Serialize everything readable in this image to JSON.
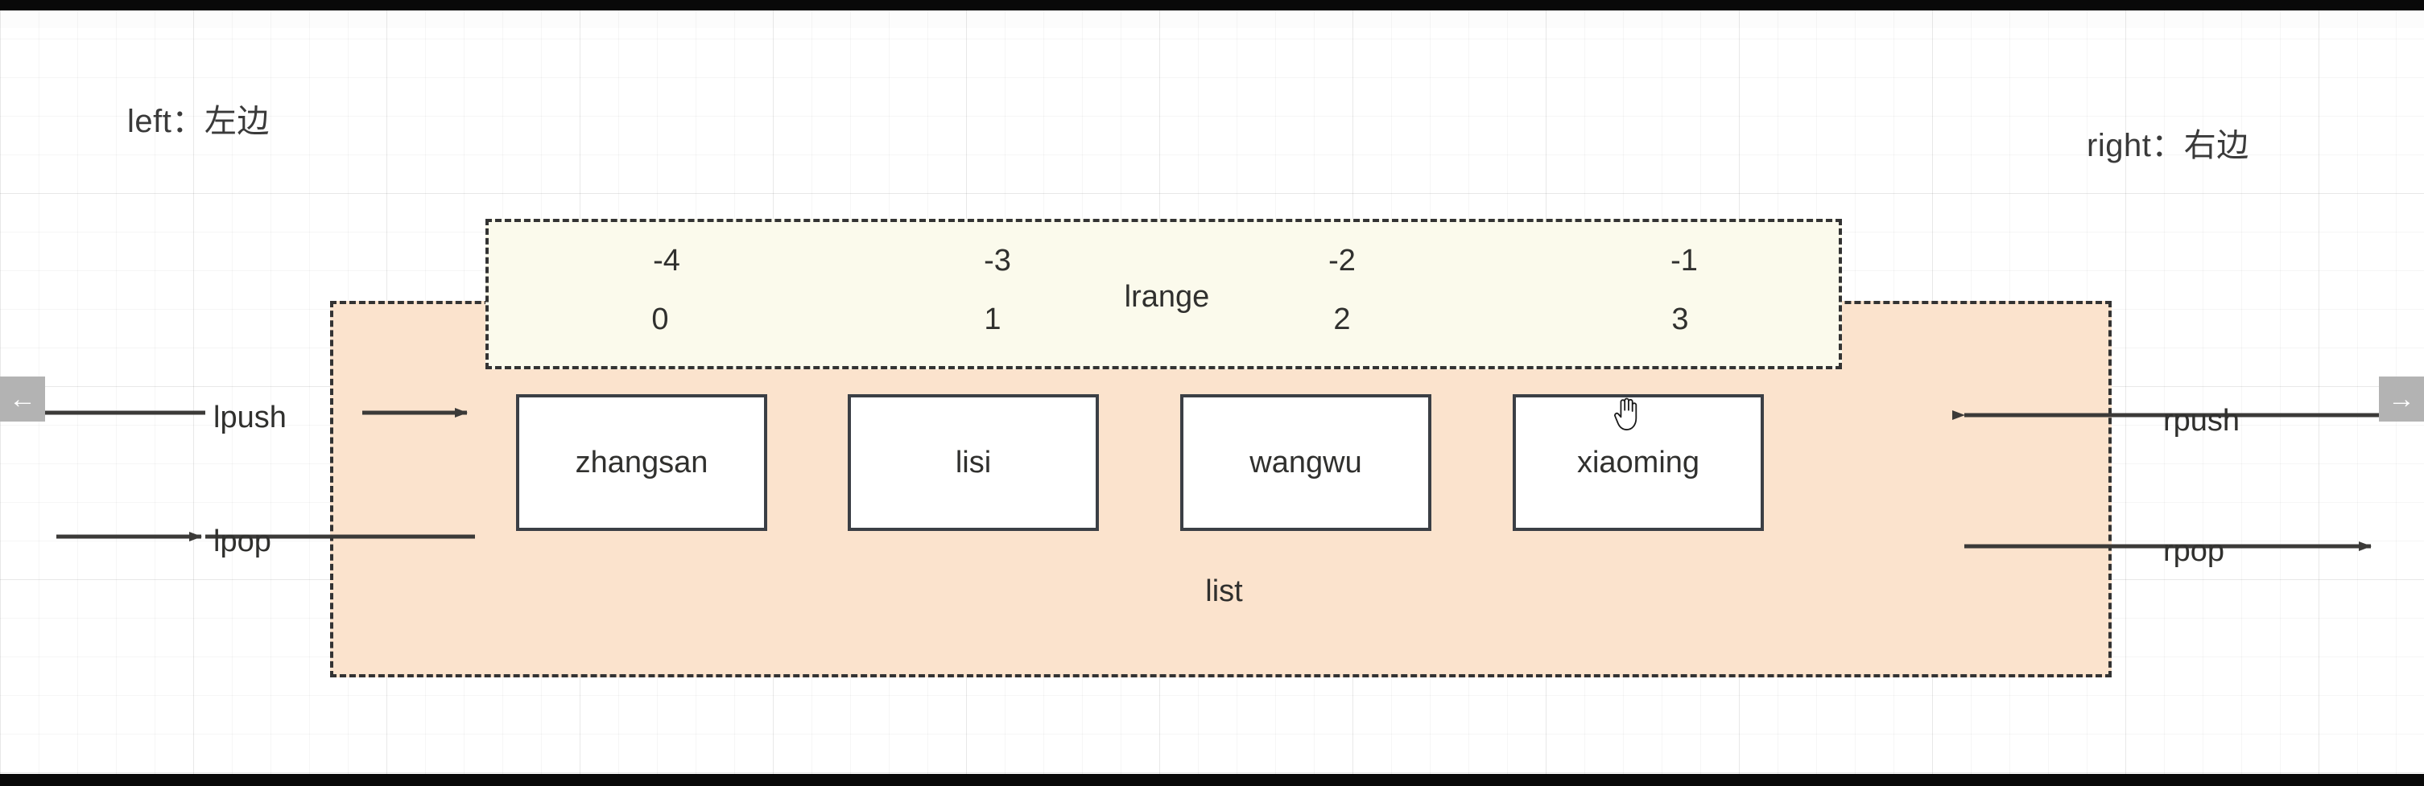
{
  "diagram": {
    "labels": {
      "left": "left：左边",
      "right": "right：右边"
    },
    "lrange": {
      "title": "lrange",
      "negative_indices": [
        "-4",
        "-3",
        "-2",
        "-1"
      ],
      "positive_indices": [
        "0",
        "1",
        "2",
        "3"
      ],
      "fill_color": "#fbfaec",
      "border_color": "#333333"
    },
    "list": {
      "title": "list",
      "fill_color": "#fbe3cd",
      "border_color": "#333333",
      "elements": [
        {
          "value": "zhangsan"
        },
        {
          "value": "lisi"
        },
        {
          "value": "wangwu"
        },
        {
          "value": "xiaoming"
        }
      ]
    },
    "operations": {
      "lpush": "lpush",
      "lpop": "lpop",
      "rpush": "rpush",
      "rpop": "rpop"
    },
    "nav": {
      "prev_icon": "←",
      "next_icon": "→"
    }
  }
}
